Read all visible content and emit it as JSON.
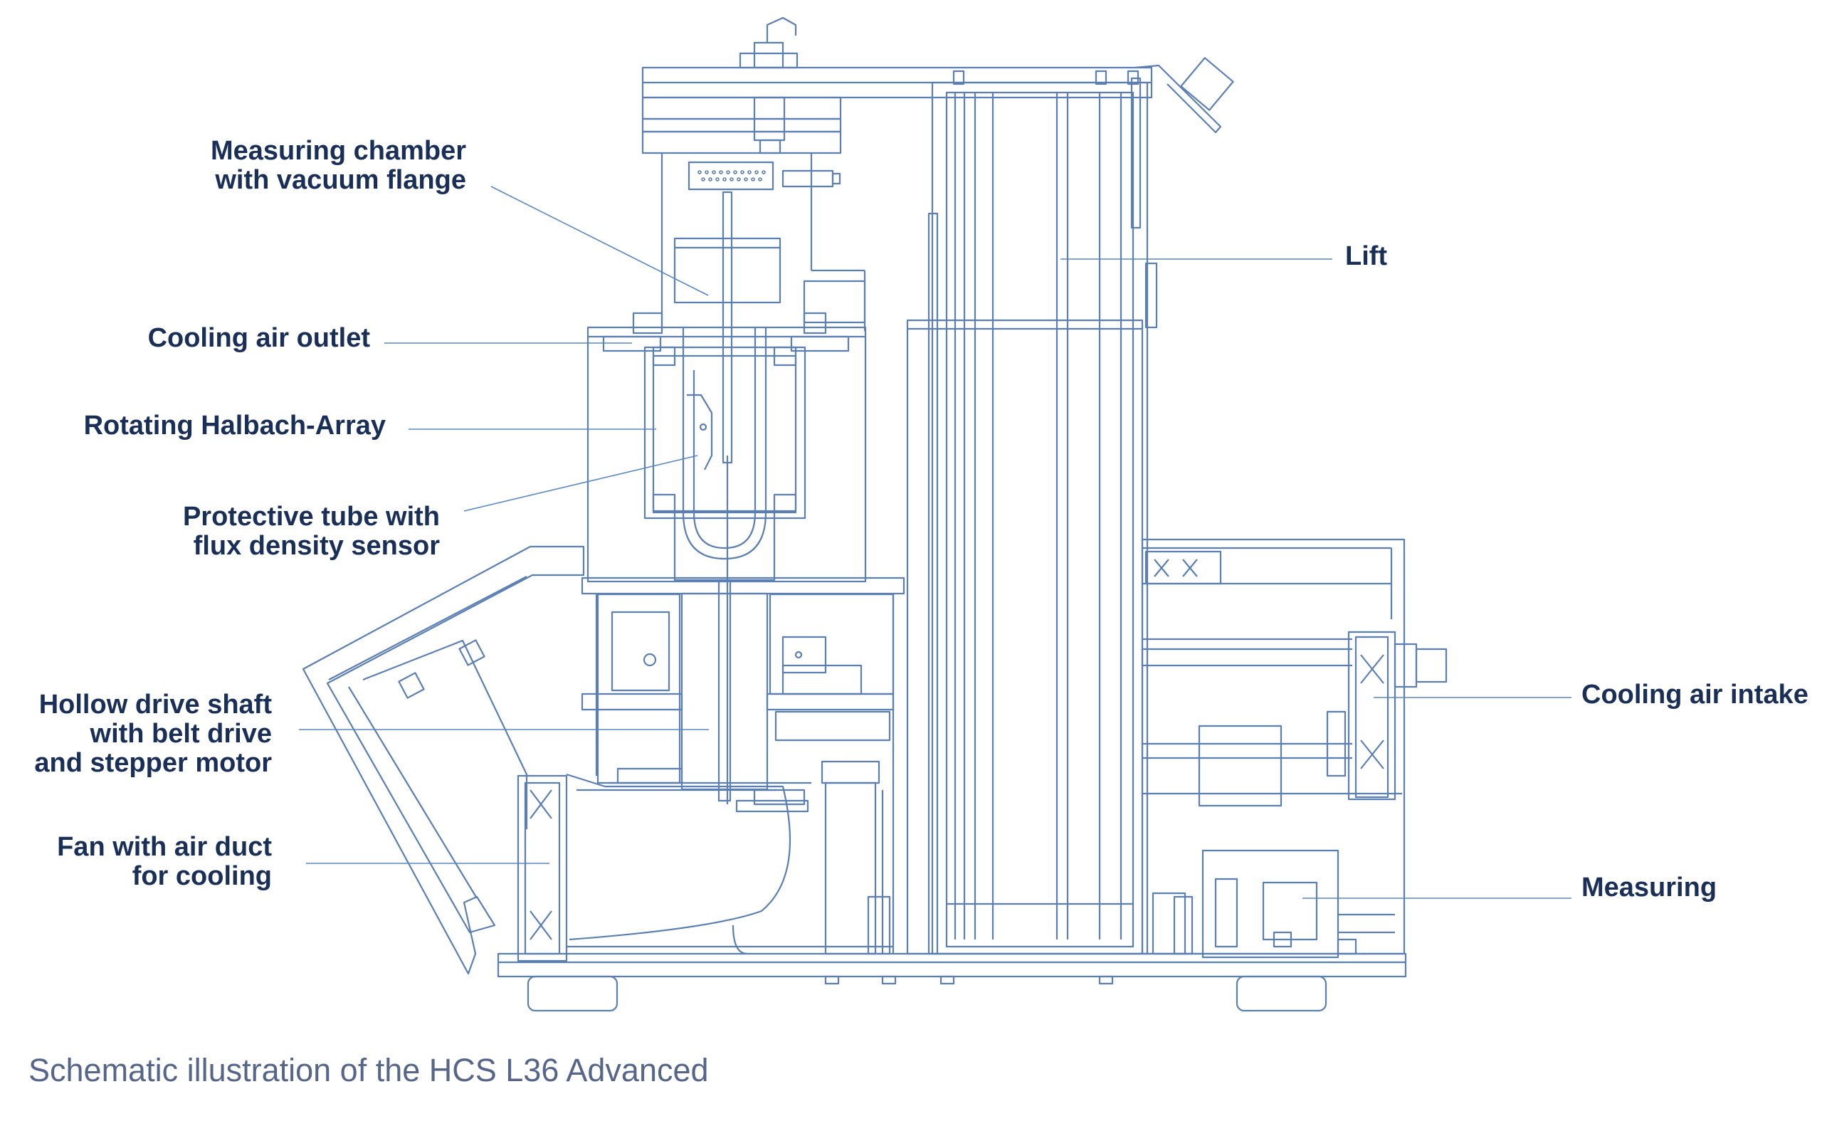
{
  "labels": {
    "measuring_chamber": [
      "Measuring chamber",
      "with vacuum flange"
    ],
    "cooling_air_outlet": [
      "Cooling air outlet"
    ],
    "rotating_halbach": [
      "Rotating Halbach-Array"
    ],
    "protective_tube": [
      "Protective tube with",
      "flux density sensor"
    ],
    "hollow_drive_shaft": [
      "Hollow drive shaft",
      "with belt drive",
      "and stepper motor"
    ],
    "fan_air_duct": [
      "Fan with air duct",
      "for cooling"
    ],
    "lift": [
      "Lift"
    ],
    "cooling_air_intake": [
      "Cooling air intake"
    ],
    "measuring": [
      "Measuring"
    ]
  },
  "caption": "Schematic illustration of the HCS L36 Advanced",
  "colors": {
    "line": "#5b7fb3",
    "leader": "#5a88c2",
    "label": "#1a2f57",
    "caption": "#55668a"
  }
}
